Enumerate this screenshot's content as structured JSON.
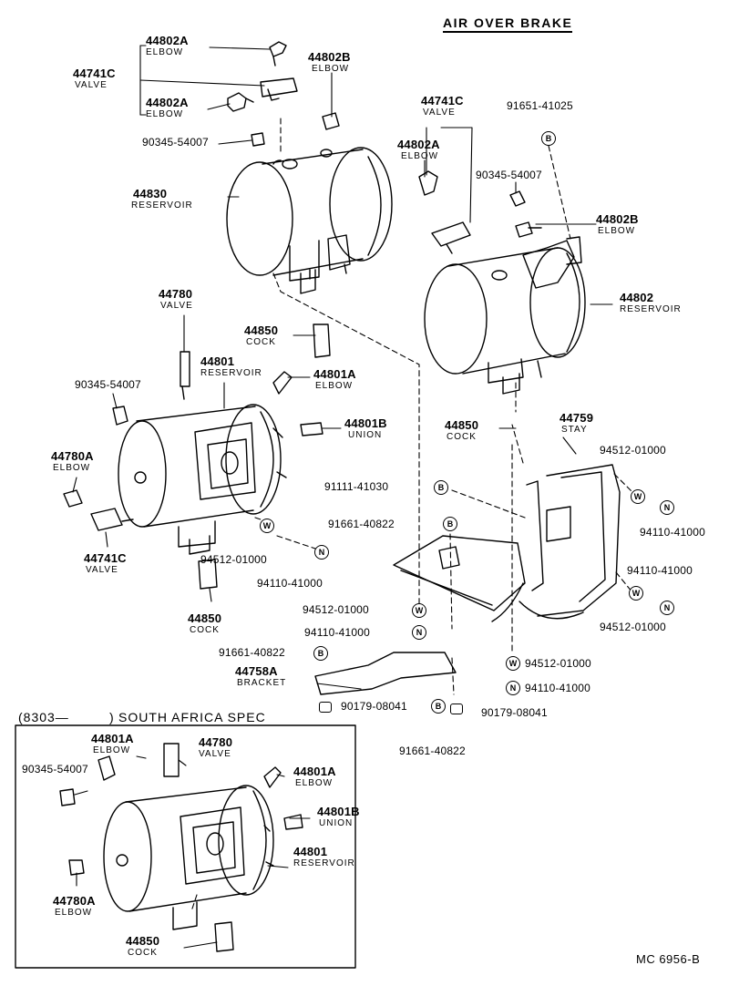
{
  "title": "AIR OVER BRAKE",
  "drawing_code": "MC 6956-B",
  "inset": {
    "range_start": "(8303—",
    "range_end": ")",
    "title": "SOUTH AFRICA SPEC"
  },
  "symbols": {
    "bolt": "B",
    "washer": "W",
    "nut": "N"
  },
  "names": {
    "elbow": "ELBOW",
    "valve": "VALVE",
    "reservoir": "RESERVOIR",
    "cock": "COCK",
    "union": "UNION",
    "stay": "STAY",
    "bracket": "BRACKET"
  },
  "parts": {
    "p44802A": "44802A",
    "p44802B": "44802B",
    "p44741C": "44741C",
    "p90345_54007": "90345-54007",
    "p44830": "44830",
    "p44780": "44780",
    "p44850": "44850",
    "p44801": "44801",
    "p44801A": "44801A",
    "p44801B": "44801B",
    "p44780A": "44780A",
    "p91651_41025": "91651-41025",
    "p44802": "44802",
    "p44759": "44759",
    "p94512_01000": "94512-01000",
    "p94110_41000": "94110-41000",
    "p91111_41030": "91111-41030",
    "p91661_40822": "91661-40822",
    "p44758A": "44758A",
    "p90179_08041": "90179-08041"
  },
  "colors": {
    "ink": "#000000",
    "paper": "#ffffff"
  }
}
